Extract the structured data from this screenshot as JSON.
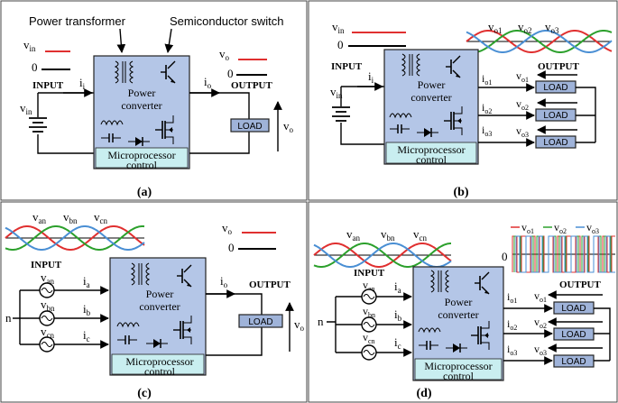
{
  "colors": {
    "converter_fill": "#b4c6e7",
    "microprocessor_fill": "#c9eef0",
    "load_fill": "#9fb3d9",
    "red": "#e03030",
    "green": "#2ca02c",
    "blue": "#4a8fd4"
  },
  "panels": {
    "a": {
      "caption": "(a)",
      "power_transformer": "Power transformer",
      "semiconductor_switch": "Semiconductor switch",
      "vin": "v",
      "vin_sub": "in",
      "zero": "0",
      "input": "INPUT",
      "ii": "i",
      "ii_sub": "i",
      "vin_src": "v",
      "vin_src_sub": "in",
      "conv1": "Power",
      "conv2": "converter",
      "micro1": "Microprocessor",
      "micro2": "control",
      "vo": "v",
      "vo_sub": "o",
      "zero2": "0",
      "io": "i",
      "io_sub": "o",
      "output": "OUTPUT",
      "load": "LOAD",
      "vo_load": "v",
      "vo_load_sub": "o"
    },
    "b": {
      "caption": "(b)",
      "vin": "v",
      "vin_sub": "in",
      "zero": "0",
      "input": "INPUT",
      "ii": "i",
      "ii_sub": "i",
      "vin_src": "v",
      "vin_src_sub": "in",
      "conv1": "Power",
      "conv2": "converter",
      "micro1": "Microprocessor",
      "micro2": "control",
      "wave_vo1": "v",
      "wave_vo1_sub": "o1",
      "wave_vo2": "v",
      "wave_vo2_sub": "o2",
      "wave_vo3": "v",
      "wave_vo3_sub": "o3",
      "output": "OUTPUT",
      "io1": "i",
      "io1_sub": "o1",
      "io2": "i",
      "io2_sub": "o2",
      "io3": "i",
      "io3_sub": "o3",
      "vo1": "v",
      "vo1_sub": "o1",
      "vo2": "v",
      "vo2_sub": "o2",
      "vo3": "v",
      "vo3_sub": "o3",
      "load": "LOAD"
    },
    "c": {
      "caption": "(c)",
      "van": "v",
      "van_sub": "an",
      "vbn": "v",
      "vbn_sub": "bn",
      "vcn": "v",
      "vcn_sub": "cn",
      "vo": "v",
      "vo_sub": "o",
      "zero": "0",
      "input": "INPUT",
      "src_an": "v",
      "src_an_sub": "an",
      "src_bn": "v",
      "src_bn_sub": "bn",
      "src_cn": "v",
      "src_cn_sub": "cn",
      "n": "n",
      "ia": "i",
      "ia_sub": "a",
      "ib": "i",
      "ib_sub": "b",
      "ic": "i",
      "ic_sub": "c",
      "conv1": "Power",
      "conv2": "converter",
      "micro1": "Microprocessor",
      "micro2": "control",
      "io": "i",
      "io_sub": "o",
      "output": "OUTPUT",
      "load": "LOAD",
      "vo_load": "v",
      "vo_load_sub": "o"
    },
    "d": {
      "caption": "(d)",
      "van": "v",
      "van_sub": "an",
      "vbn": "v",
      "vbn_sub": "bn",
      "vcn": "v",
      "vcn_sub": "cn",
      "wave_vo1": "v",
      "wave_vo1_sub": "o1",
      "wave_vo2": "v",
      "wave_vo2_sub": "o2",
      "wave_vo3": "v",
      "wave_vo3_sub": "o3",
      "zero": "0",
      "input": "INPUT",
      "src_an": "v",
      "src_an_sub": "an",
      "src_bn": "v",
      "src_bn_sub": "bn",
      "src_cn": "v",
      "src_cn_sub": "cn",
      "n": "n",
      "ia": "i",
      "ia_sub": "a",
      "ib": "i",
      "ib_sub": "b",
      "ic": "i",
      "ic_sub": "c",
      "conv1": "Power",
      "conv2": "converter",
      "micro1": "Microprocessor",
      "micro2": "control",
      "io1": "i",
      "io1_sub": "o1",
      "io2": "i",
      "io2_sub": "o2",
      "io3": "i",
      "io3_sub": "o3",
      "output": "OUTPUT",
      "vo1": "v",
      "vo1_sub": "o1",
      "vo2": "v",
      "vo2_sub": "o2",
      "vo3": "v",
      "vo3_sub": "o3",
      "load": "LOAD"
    }
  }
}
